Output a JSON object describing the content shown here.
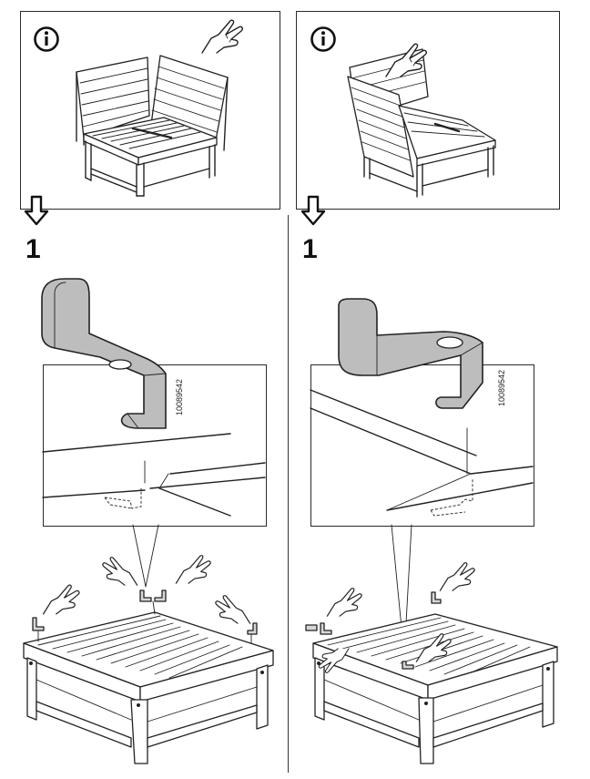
{
  "panels": {
    "left": {
      "info_icon": "info-icon",
      "hand_icon": "pointing-hand-icon",
      "arrow_icon": "down-arrow-icon",
      "step_number": "1",
      "part_code": "10089542"
    },
    "right": {
      "info_icon": "info-icon",
      "hand_icon": "pointing-hand-icon",
      "arrow_icon": "down-arrow-icon",
      "step_number": "1",
      "part_code": "10089542"
    }
  },
  "colors": {
    "line": "#222222",
    "bracket_fill": "#bdbdbd",
    "background": "#ffffff"
  }
}
